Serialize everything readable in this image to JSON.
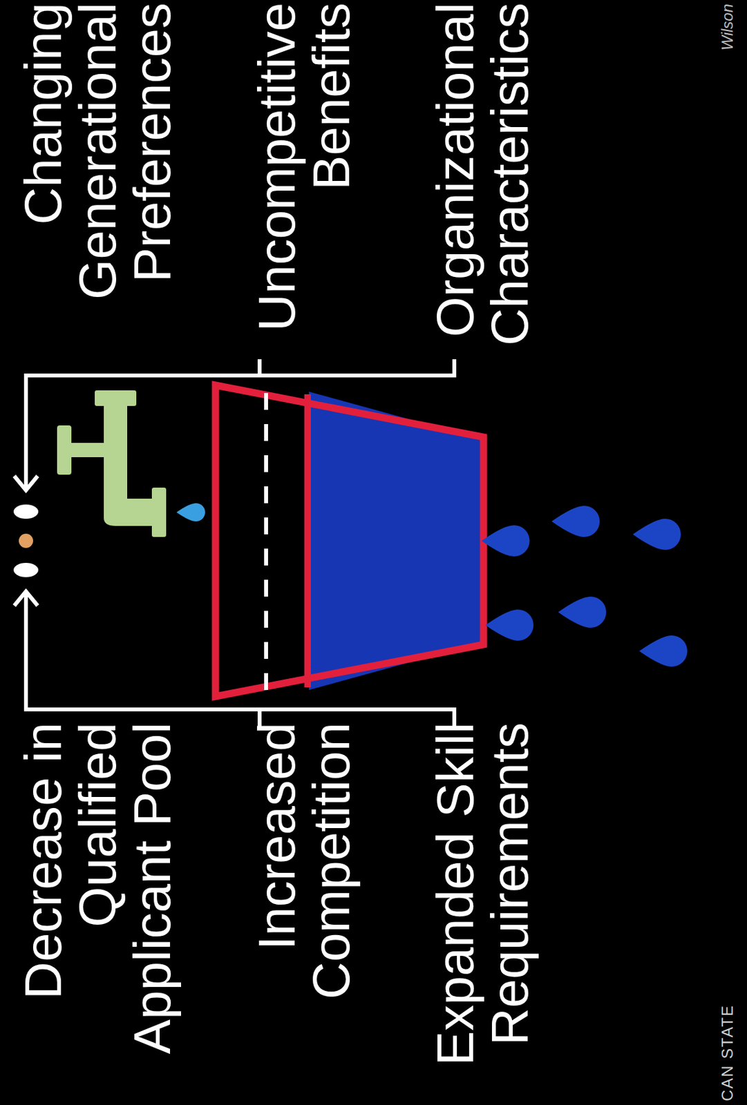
{
  "diagram": {
    "labels": [
      "Changing Generational Preferences",
      "Uncompetitive Benefits",
      "Organizational Characteristics",
      "Decrease in Qualified Applicant Pool",
      "Increased Competition",
      "Expanded Skill Requirements",
      "CAN STATE",
      "Wilson"
    ]
  }
}
